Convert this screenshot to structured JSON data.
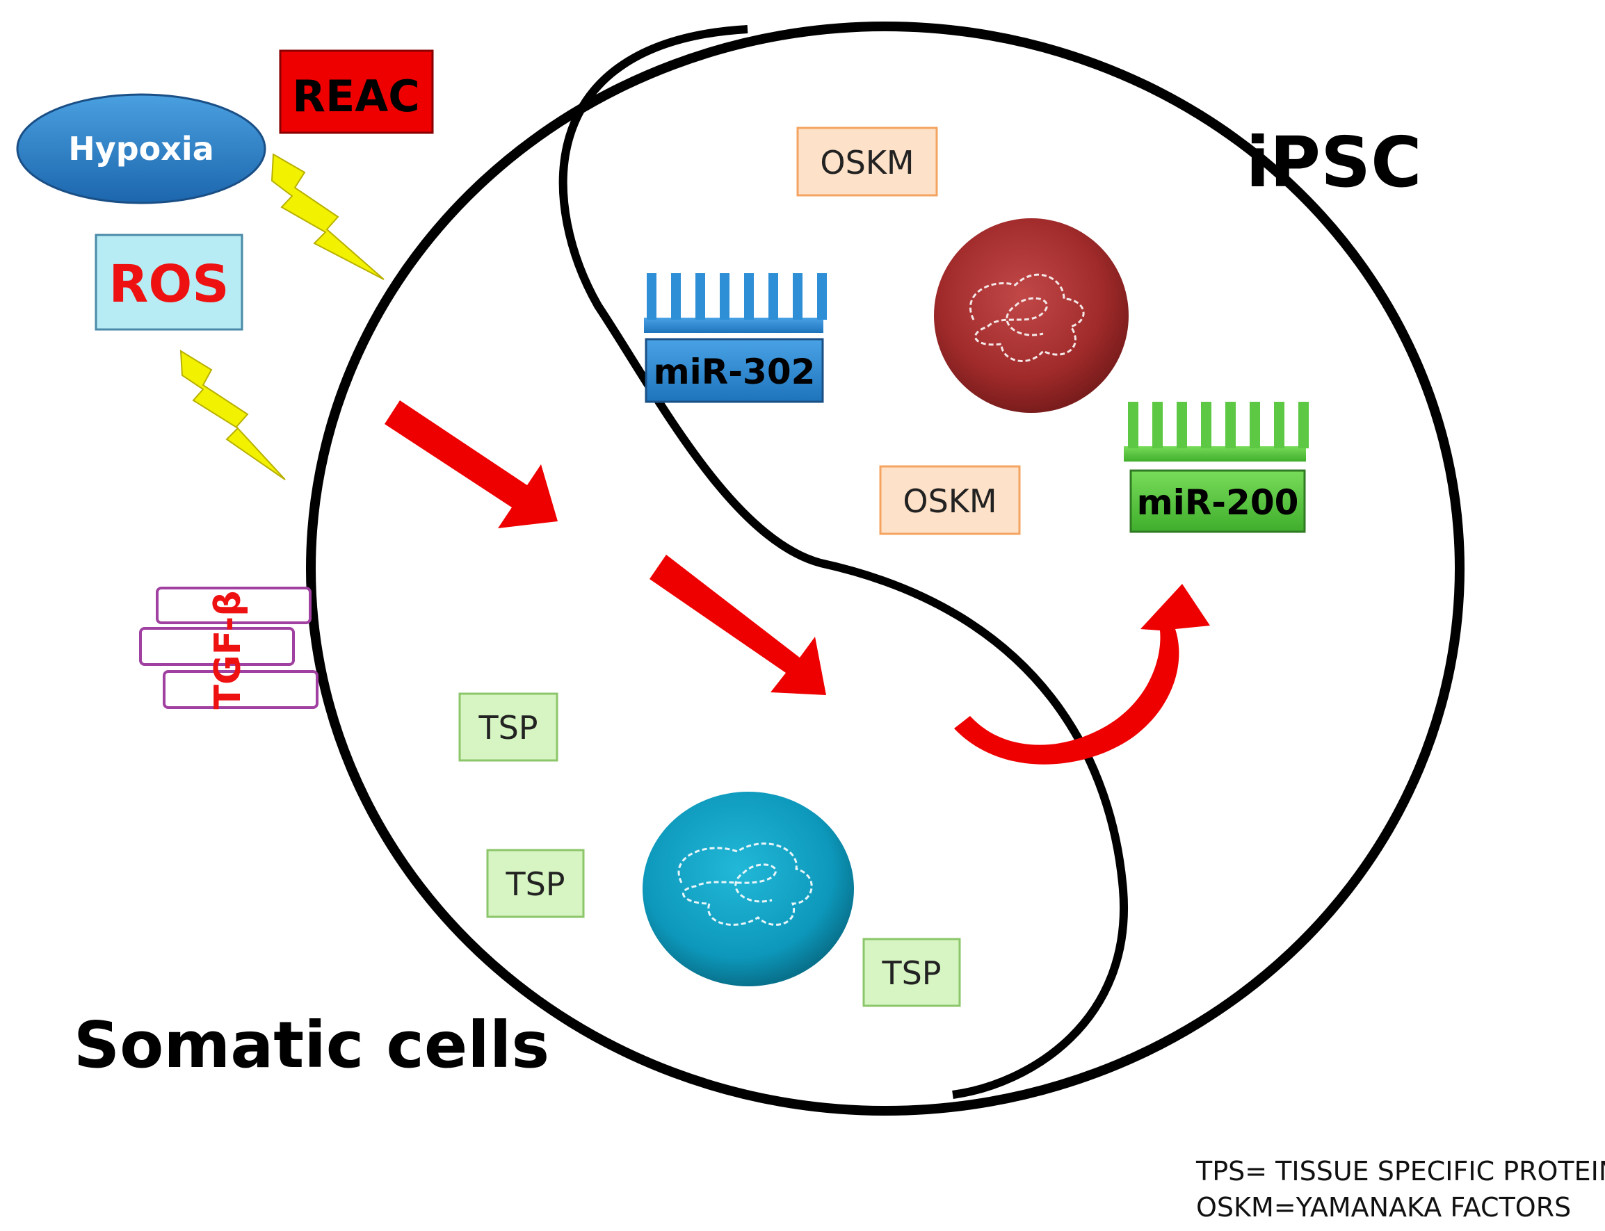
{
  "stimuli": {
    "hypoxia": "Hypoxia",
    "reac": "REAC",
    "ros": "ROS",
    "tgf": "TGF-β"
  },
  "regions": {
    "ipsc": "iPSC",
    "somatic": "Somatic cells"
  },
  "factors": {
    "oskm_1": "OSKM",
    "oskm_2": "OSKM",
    "mir302": "miR-302",
    "mir200": "miR-200",
    "tsp_1": "TSP",
    "tsp_2": "TSP",
    "tsp_3": "TSP"
  },
  "footnotes": {
    "line1": "TPS= TISSUE SPECIFIC PROTEIN",
    "line2": "OSKM=YAMANAKA FACTORS"
  },
  "colors": {
    "hypoxia_fill": "#2f84c8",
    "reac_fill": "#ef0000",
    "ros_fill": "#b8ecf4",
    "ros_text": "#ee1111",
    "tgf_text": "#ee1111",
    "tgf_border": "#a040a0",
    "oskm_fill": "#fde1c8",
    "oskm_border": "#f4a460",
    "tsp_fill": "#d6f5c2",
    "tsp_border": "#8cc66a",
    "mir302_fill": "#2f8fd6",
    "mir200_fill": "#5cc843",
    "ipsc_nucleus": "#a02a2a",
    "somatic_nucleus": "#109cbf",
    "arrow": "#ee0000",
    "lightning": "#f0f000"
  }
}
